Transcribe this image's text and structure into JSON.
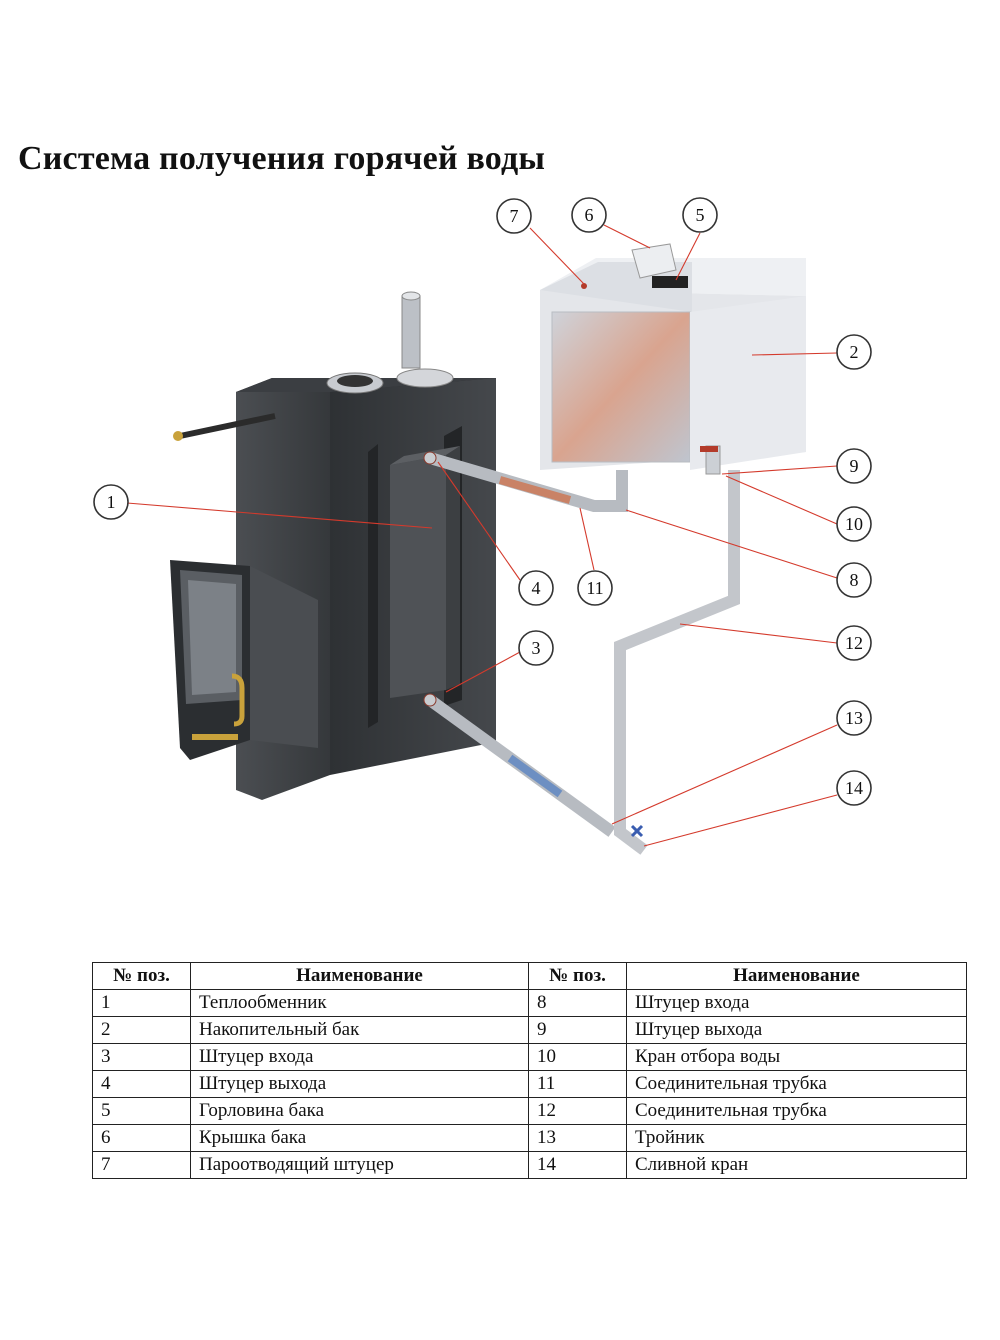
{
  "title": "Система получения горячей воды",
  "callouts": [
    "1",
    "2",
    "3",
    "4",
    "5",
    "6",
    "7",
    "8",
    "9",
    "10",
    "11",
    "12",
    "13",
    "14"
  ],
  "table": {
    "headers": [
      "№ поз.",
      "Наименование",
      "№ поз.",
      "Наименование"
    ],
    "rows": [
      {
        "n1": "1",
        "name1": "Теплообменник",
        "n2": "8",
        "name2": "Штуцер входа"
      },
      {
        "n1": "2",
        "name1": "Накопительный бак",
        "n2": "9",
        "name2": "Штуцер выхода"
      },
      {
        "n1": "3",
        "name1": "Штуцер входа",
        "n2": "10",
        "name2": "Кран отбора воды"
      },
      {
        "n1": "4",
        "name1": "Штуцер выхода",
        "n2": "11",
        "name2": "Соединительная трубка"
      },
      {
        "n1": "5",
        "name1": "Горловина бака",
        "n2": "12",
        "name2": "Соединительная трубка"
      },
      {
        "n1": "6",
        "name1": "Крышка бака",
        "n2": "13",
        "name2": "Тройник"
      },
      {
        "n1": "7",
        "name1": "Пароотводящий штуцер",
        "n2": "14",
        "name2": "Сливной кран"
      }
    ]
  },
  "colors": {
    "stove": "#3a3d40",
    "tank": "#e4e6ea",
    "pipe": "#c9ccd0",
    "leader": "#d43a2c"
  }
}
